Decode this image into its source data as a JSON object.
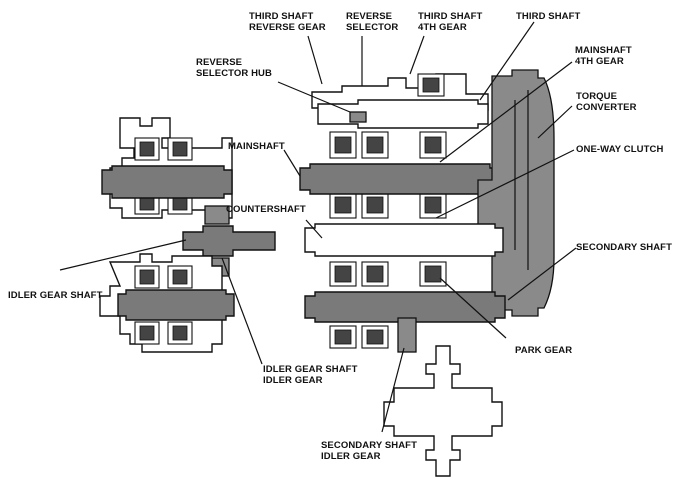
{
  "labels": {
    "third_shaft_reverse_gear": [
      "THIRD SHAFT",
      "REVERSE GEAR"
    ],
    "reverse_selector": [
      "REVERSE",
      "SELECTOR"
    ],
    "third_shaft_4th_gear": [
      "THIRD SHAFT",
      "4TH GEAR"
    ],
    "third_shaft": [
      "THIRD SHAFT"
    ],
    "mainshaft_4th_gear": [
      "MAINSHAFT",
      "4TH GEAR"
    ],
    "reverse_selector_hub": [
      "REVERSE",
      "SELECTOR HUB"
    ],
    "torque_converter": [
      "TORQUE",
      "CONVERTER"
    ],
    "mainshaft": [
      "MAINSHAFT"
    ],
    "one_way_clutch": [
      "ONE-WAY CLUTCH"
    ],
    "countershaft": [
      "COUNTERSHAFT"
    ],
    "secondary_shaft": [
      "SECONDARY SHAFT"
    ],
    "idler_gear_shaft": [
      "IDLER GEAR SHAFT"
    ],
    "park_gear": [
      "PARK GEAR"
    ],
    "idler_gear_shaft_idler_gear": [
      "IDLER GEAR SHAFT",
      "IDLER GEAR"
    ],
    "secondary_shaft_idler_gear": [
      "SECONDARY SHAFT",
      "IDLER GEAR"
    ]
  }
}
